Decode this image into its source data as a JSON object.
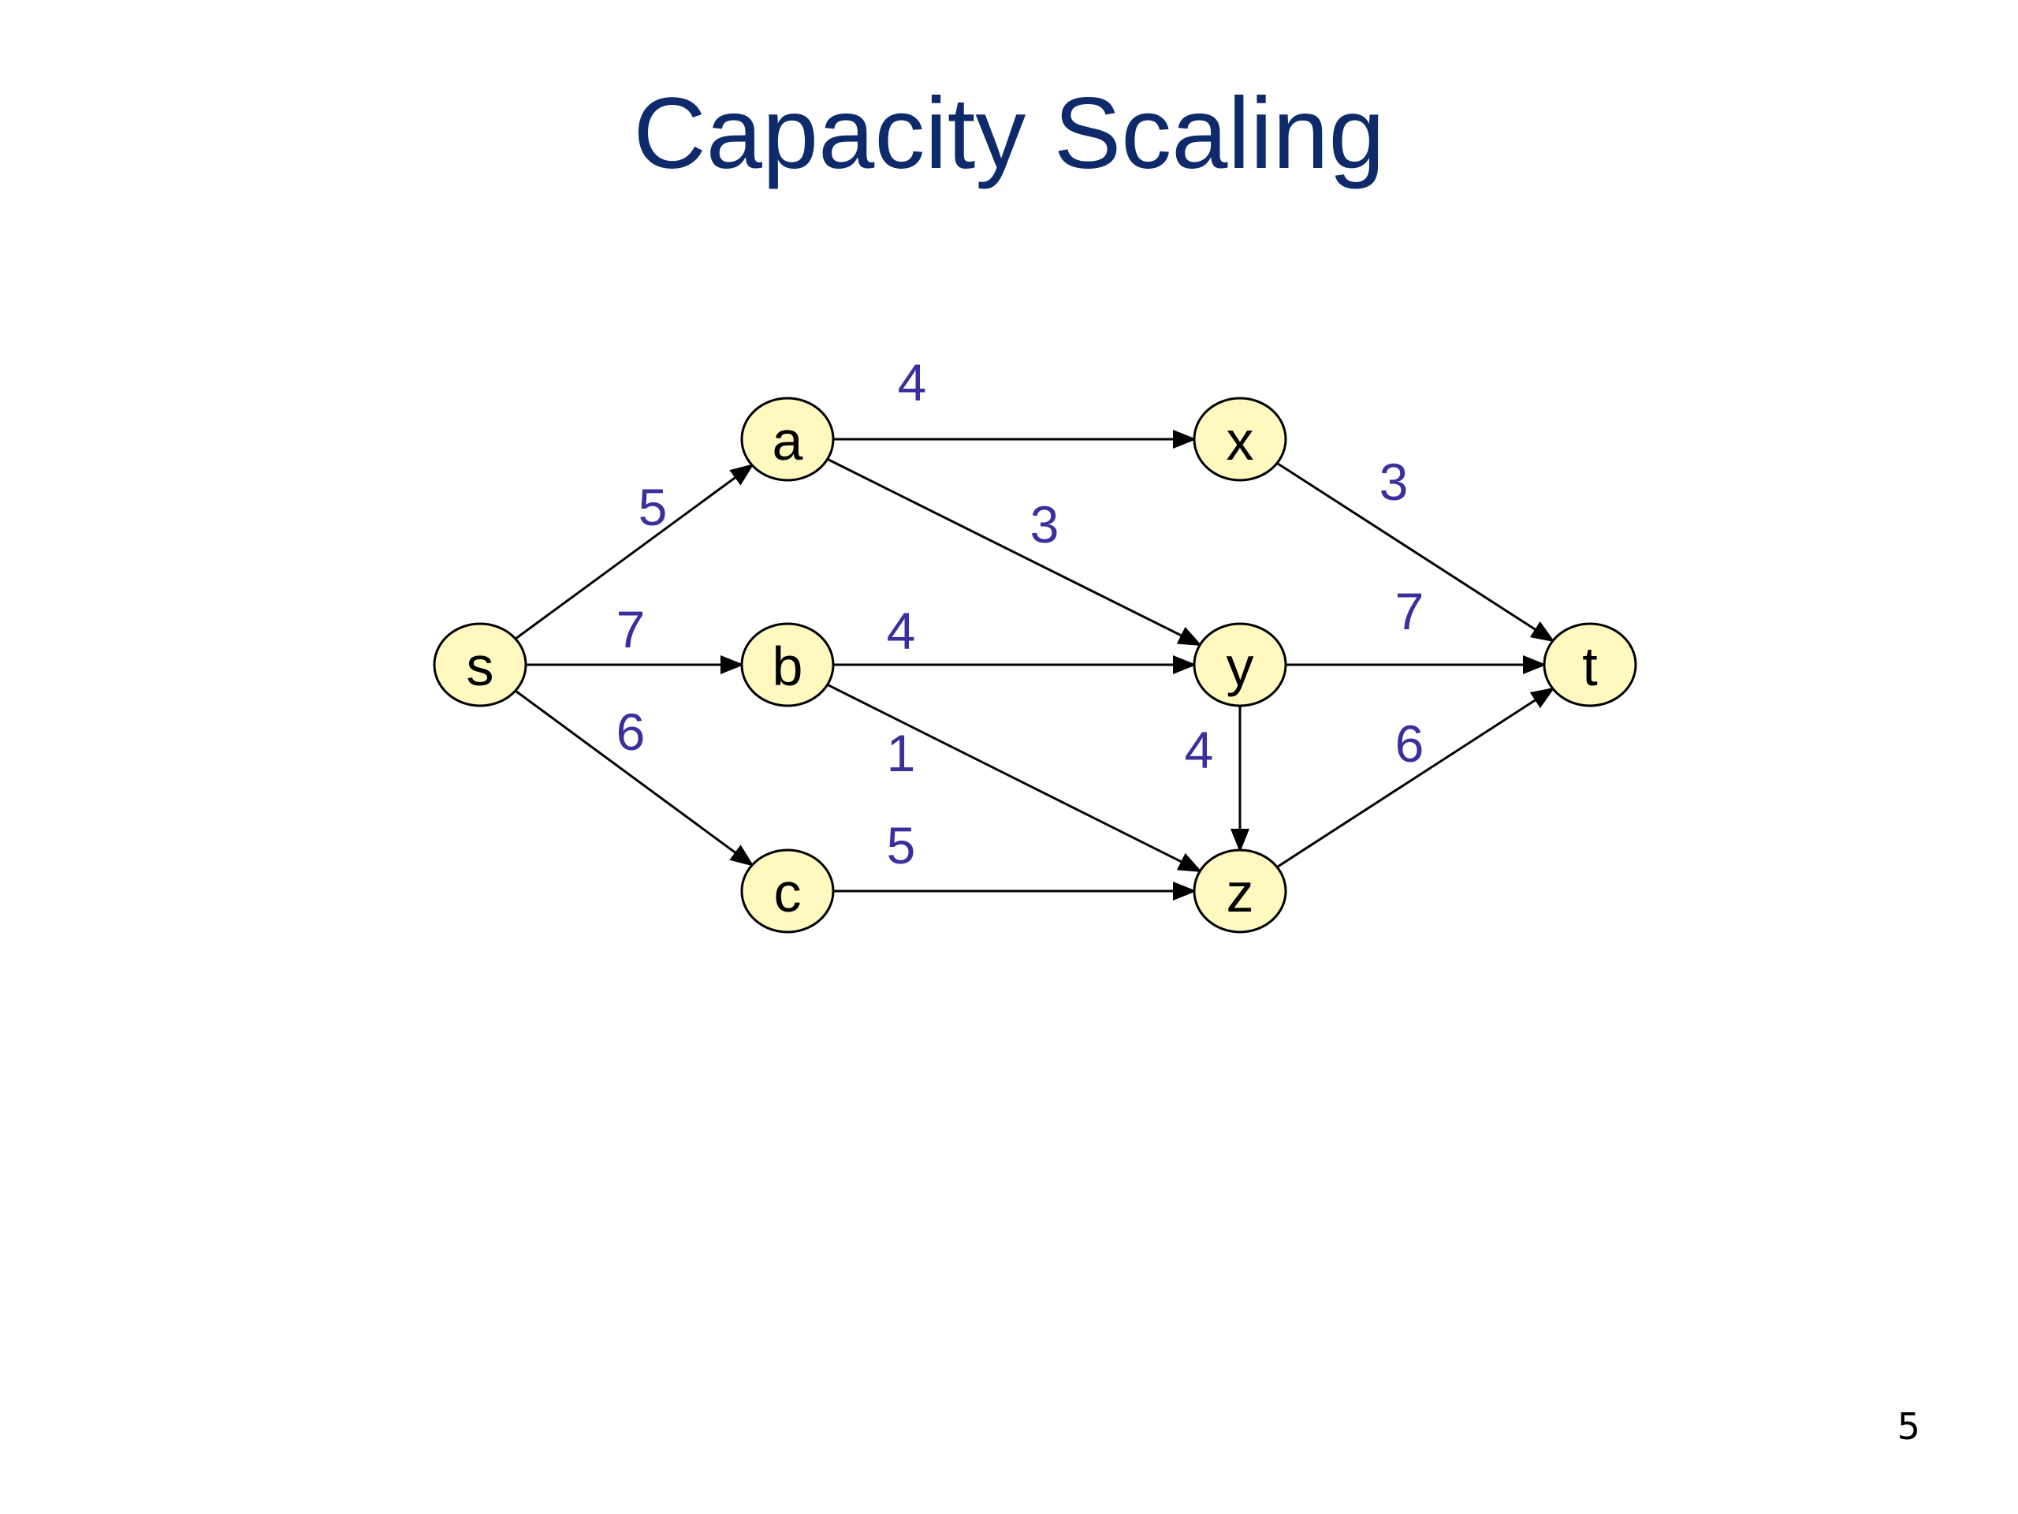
{
  "slide": {
    "title": "Capacity Scaling",
    "page_number": "5"
  },
  "graph": {
    "node_fill": "#fff9c0",
    "node_stroke": "#000000",
    "edge_color": "#000000",
    "capacity_color": "#3a2f9c",
    "title_color": "#0f2a6a",
    "nodes": [
      {
        "id": "s",
        "label": "s"
      },
      {
        "id": "a",
        "label": "a"
      },
      {
        "id": "b",
        "label": "b"
      },
      {
        "id": "c",
        "label": "c"
      },
      {
        "id": "x",
        "label": "x"
      },
      {
        "id": "y",
        "label": "y"
      },
      {
        "id": "z",
        "label": "z"
      },
      {
        "id": "t",
        "label": "t"
      }
    ],
    "edges": [
      {
        "from": "s",
        "to": "a",
        "capacity": "5"
      },
      {
        "from": "s",
        "to": "b",
        "capacity": "7"
      },
      {
        "from": "s",
        "to": "c",
        "capacity": "6"
      },
      {
        "from": "a",
        "to": "x",
        "capacity": "4"
      },
      {
        "from": "a",
        "to": "y",
        "capacity": "3"
      },
      {
        "from": "b",
        "to": "y",
        "capacity": "4"
      },
      {
        "from": "b",
        "to": "z",
        "capacity": "1"
      },
      {
        "from": "c",
        "to": "z",
        "capacity": "5"
      },
      {
        "from": "x",
        "to": "t",
        "capacity": "3"
      },
      {
        "from": "y",
        "to": "t",
        "capacity": "7"
      },
      {
        "from": "y",
        "to": "z",
        "capacity": "4"
      },
      {
        "from": "z",
        "to": "t",
        "capacity": "6"
      }
    ]
  }
}
